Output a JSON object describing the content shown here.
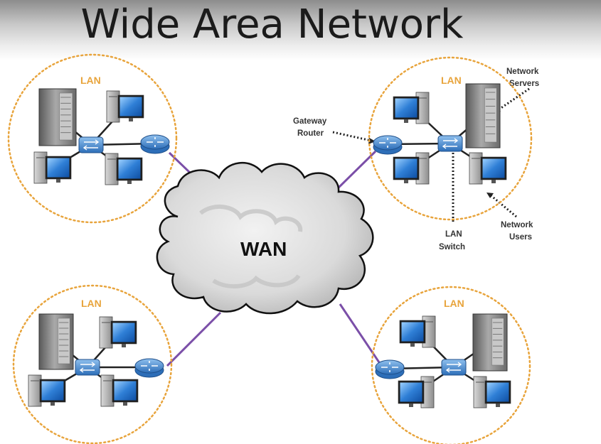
{
  "title": "Wide Area Network",
  "wan_label": "WAN",
  "lans": [
    {
      "label": "LAN"
    },
    {
      "label": "LAN"
    },
    {
      "label": "LAN"
    },
    {
      "label": "LAN"
    }
  ],
  "annotations": {
    "network_servers": [
      "Network",
      "Servers"
    ],
    "gateway_router": [
      "Gateway",
      "Router"
    ],
    "lan_switch": [
      "LAN",
      "Switch"
    ],
    "network_users": [
      "Network",
      "Users"
    ]
  },
  "colors": {
    "lan_border": "#e8a43c",
    "wan_link": "#7b4fa8",
    "device_blue": "#3b78c4",
    "lan_link": "#222222"
  }
}
